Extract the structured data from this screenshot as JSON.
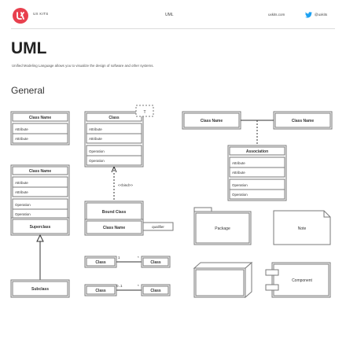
{
  "header": {
    "logo_text": "UX KITS",
    "center_title": "UML",
    "site": "uxkits.com",
    "twitter": "@uxkits"
  },
  "page": {
    "title": "UML",
    "description": "Unified Modeling Language allows you to visualize the design of software and other systems.",
    "section_title": "General"
  },
  "diagram": {
    "class_box_1": {
      "name": "Class Name",
      "attrs": [
        "Attribute",
        "Attribute"
      ]
    },
    "class_box_2": {
      "name": "Class",
      "attrs": [
        "Attribute",
        "Attribute"
      ],
      "ops": [
        "Operation",
        "Operation"
      ],
      "template_param": "T"
    },
    "class_box_3": {
      "name": "Class Name",
      "attrs": [
        "Attribute",
        "Attribute"
      ],
      "ops": [
        "Operation",
        "Operation"
      ]
    },
    "bind_label": "<<bind>>",
    "bound_class": "Bound Class",
    "assoc_left": "Class Name",
    "assoc_right": "Class Name",
    "association_box": {
      "name": "Association",
      "attrs": [
        "Attribute",
        "Attribute"
      ],
      "ops": [
        "Operation",
        "Operation"
      ]
    },
    "superclass": "Superclass",
    "subclass": "Subclass",
    "qualified_class": "Class Name",
    "qualifier": "qualifier",
    "mult_pair_1": {
      "left": "Class",
      "right": "Class",
      "left_mult": "1",
      "right_mult": "*"
    },
    "mult_pair_2": {
      "left": "Class",
      "right": "Class",
      "left_mult": "0..1",
      "right_mult": "*"
    },
    "package": "Package",
    "note": "Note",
    "component": "Component"
  },
  "colors": {
    "logo": "#e8404e",
    "stroke": "#7a7a7a",
    "twitter": "#1da1f2"
  }
}
